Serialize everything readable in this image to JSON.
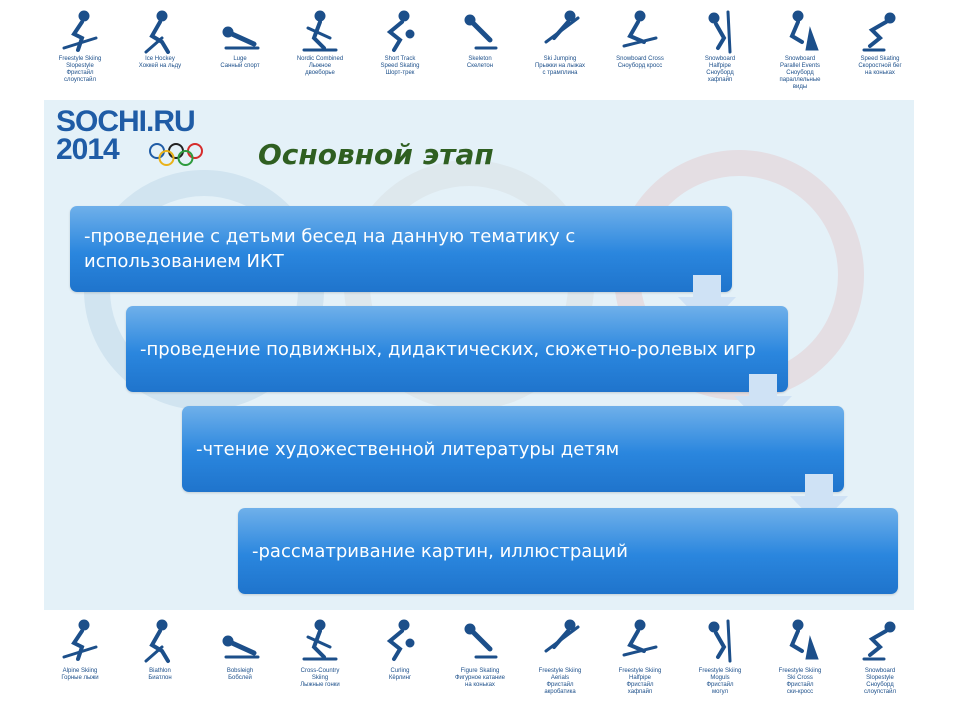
{
  "slide": {
    "title": "Основной этап",
    "logo": {
      "line1": "SOCHI.RU",
      "line2": "2014"
    },
    "steps": [
      "-проведение с детьми бесед на данную тематику с использованием ИКТ",
      "-проведение подвижных, дидактических, сюжетно-ролевых игр",
      "-чтение художественной литературы детям",
      "-рассматривание картин, иллюстраций"
    ]
  },
  "pictograms_top": [
    {
      "icon": "freestyle-slopestyle-icon",
      "label": "Freestyle Skiing\nSlopestyle\nФристайл\nслоупстайл"
    },
    {
      "icon": "ice-hockey-icon",
      "label": "Ice Hockey\nХоккей на льду"
    },
    {
      "icon": "luge-icon",
      "label": "Luge\nСанный спорт"
    },
    {
      "icon": "nordic-combined-icon",
      "label": "Nordic Combined\nЛыжное\nдвоеборье"
    },
    {
      "icon": "short-track-icon",
      "label": "Short Track\nSpeed Skating\nШорт-трек"
    },
    {
      "icon": "skeleton-icon",
      "label": "Skeleton\nСкелетон"
    },
    {
      "icon": "ski-jumping-icon",
      "label": "Ski Jumping\nПрыжки на лыжах\nс трамплина"
    },
    {
      "icon": "snowboard-cross-icon",
      "label": "Snowboard Cross\nСноуборд кросс"
    },
    {
      "icon": "snowboard-halfpipe-icon",
      "label": "Snowboard\nHalfpipe\nСноуборд\nхафпайп"
    },
    {
      "icon": "snowboard-parallel-icon",
      "label": "Snowboard\nParallel Events\nСноуборд\nпараллельные\nвиды"
    },
    {
      "icon": "speed-skating-icon",
      "label": "Speed Skating\nСкоростной бег\nна коньках"
    }
  ],
  "pictograms_bottom": [
    {
      "icon": "alpine-skiing-icon",
      "label": "Alpine Skiing\nГорные лыжи"
    },
    {
      "icon": "biathlon-icon",
      "label": "Biathlon\nБиатлон"
    },
    {
      "icon": "bobsleigh-icon",
      "label": "Bobsleigh\nБобслей"
    },
    {
      "icon": "cross-country-icon",
      "label": "Cross-Country\nSkiing\nЛыжные гонки"
    },
    {
      "icon": "curling-icon",
      "label": "Curling\nКёрлинг"
    },
    {
      "icon": "figure-skating-icon",
      "label": "Figure Skating\nФигурное катание\nна коньках"
    },
    {
      "icon": "freestyle-aerials-icon",
      "label": "Freestyle Skiing\nAerials\nФристайл\nакробатика"
    },
    {
      "icon": "freestyle-halfpipe-icon",
      "label": "Freestyle Skiing\nHalfpipe\nФристайл\nхафпайп"
    },
    {
      "icon": "freestyle-moguls-icon",
      "label": "Freestyle Skiing\nMoguls\nФристайл\nмогул"
    },
    {
      "icon": "freestyle-skicross-icon",
      "label": "Freestyle Skiing\nSki Cross\nФристайл\nски-кросс"
    },
    {
      "icon": "snowboard-slopestyle-icon",
      "label": "Snowboard\nSlopestyle\nСноуборд\nслоупстайл"
    }
  ],
  "colors": {
    "panel": "#e4f1f8",
    "step_blue": "#2a86de",
    "title_green": "#2f5f21",
    "logo_blue": "#1f5ca6",
    "pictogram_blue": "#1c4f8a"
  }
}
